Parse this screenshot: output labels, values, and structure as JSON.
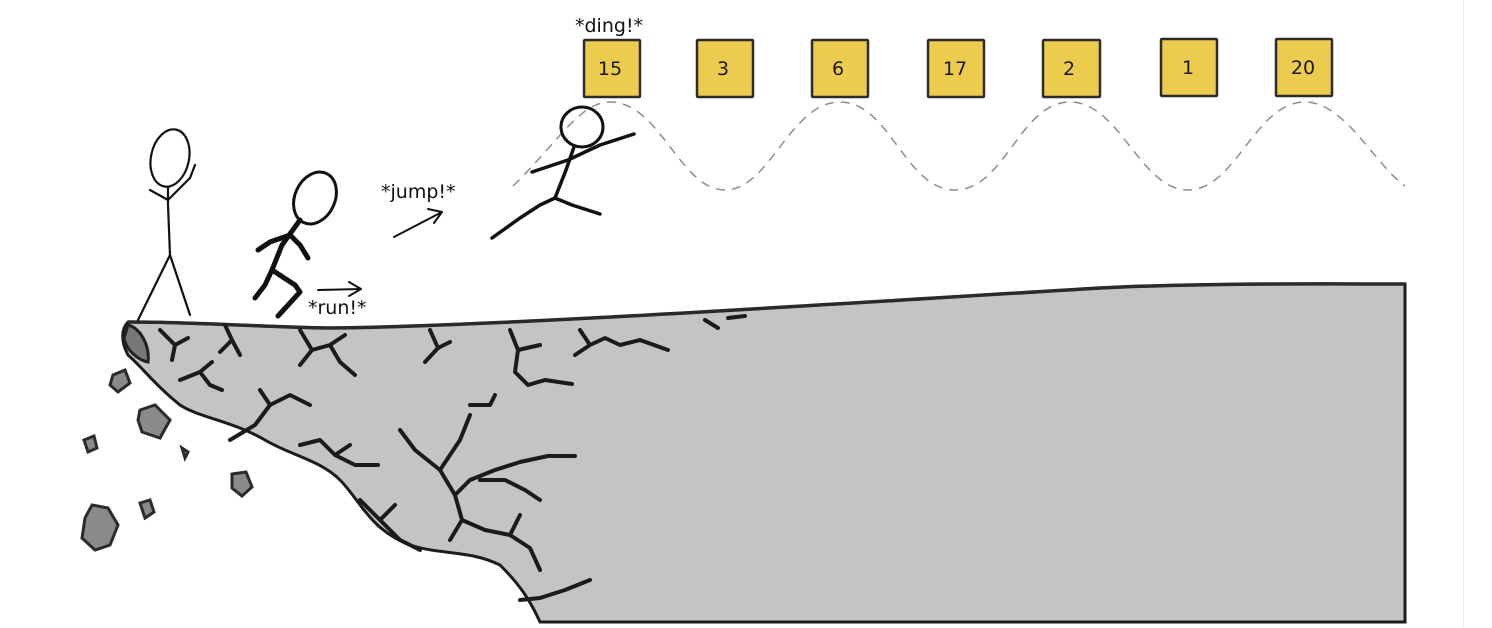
{
  "labels": {
    "ding": "*ding!*",
    "jump": "*jump!*",
    "run": "*run!*"
  },
  "blocks": [
    "15",
    "3",
    "6",
    "17",
    "2",
    "1",
    "20"
  ],
  "colors": {
    "block_fill": "#eccb4f",
    "cliff_fill": "#c4c4c4",
    "ink": "#111111"
  },
  "icons": {
    "standing": "stick-figure-standing-icon",
    "running": "stick-figure-running-icon",
    "jumping": "stick-figure-jumping-icon",
    "run_arrow": "arrow-right-icon",
    "jump_arrow": "arrow-up-right-icon"
  }
}
